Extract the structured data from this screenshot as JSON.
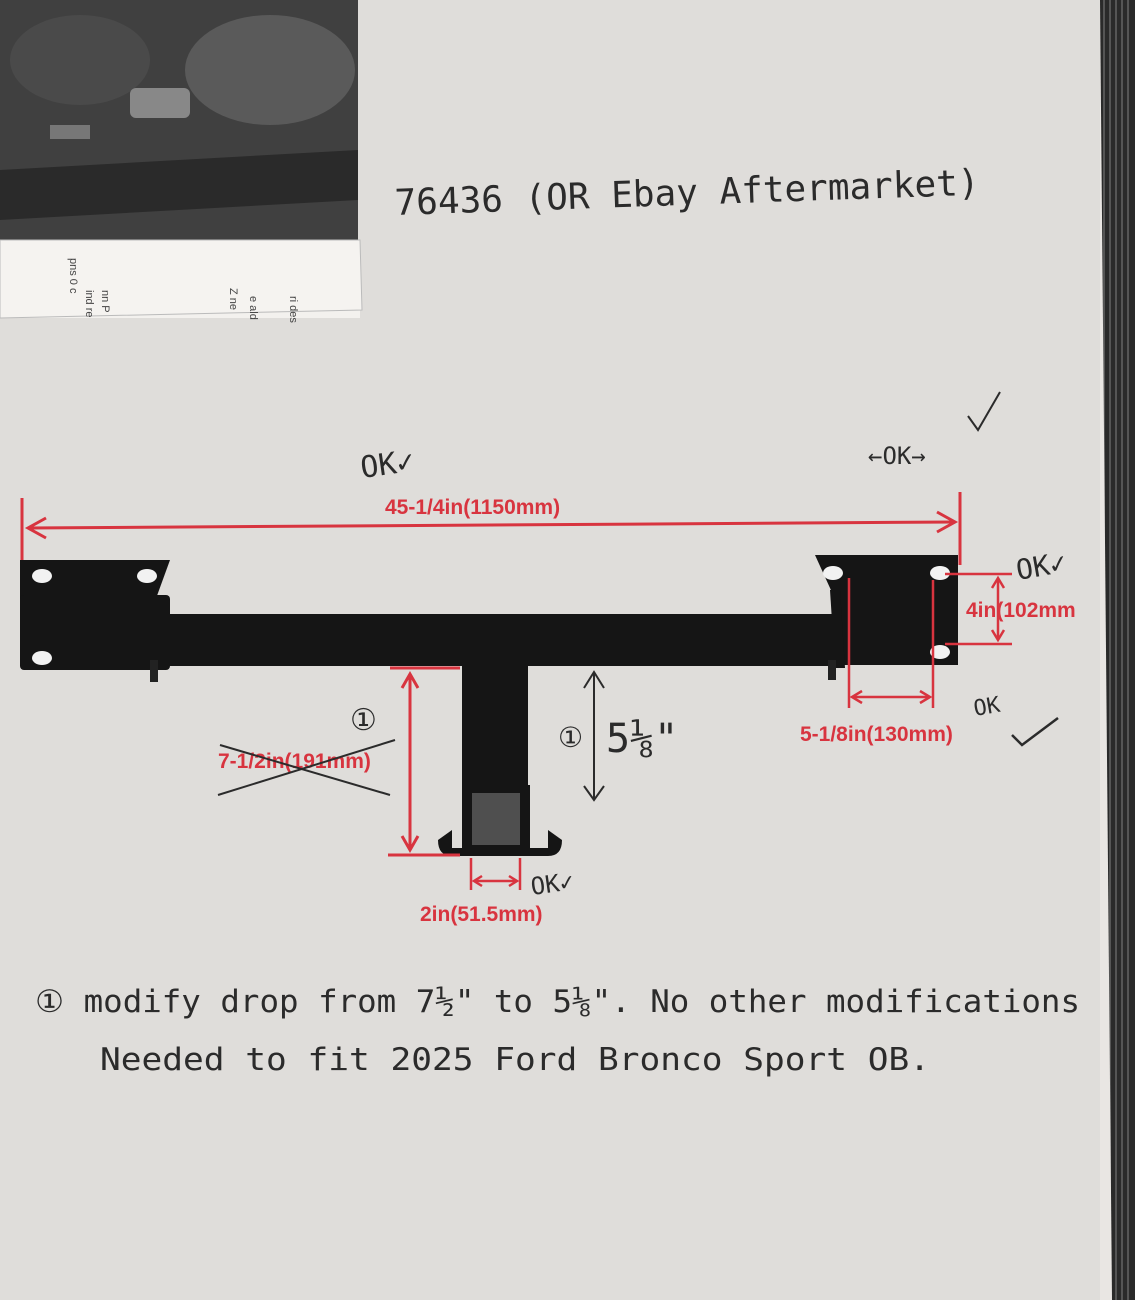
{
  "photo": {
    "paper_color": "#e9e6e3",
    "background_color": "#1c1c1c",
    "ink_color": "#2b2b2b",
    "dimension_color": "#d8343f",
    "hitch_color": "#151515"
  },
  "handwriting": {
    "part_note": "76436 (OR Ebay Aftermarket)",
    "ok_labels": [
      "OK✓",
      "←OK→",
      "OK✓",
      "OK",
      "OK✓"
    ],
    "drop_note_marker": "①",
    "drop_note_value": "5⅛\"",
    "footnote_line1": "① modify drop from 7½\" to 5⅛\". No other modifications",
    "footnote_line2": "Needed to fit 2025 Ford Bronco Sport OB."
  },
  "dimensions": {
    "overall_width": "45-1/4in(1150mm)",
    "bracket_height": "4in(102mm",
    "bracket_spacing": "5-1/8in(130mm)",
    "drop_height": "7-1/2in(191mm)",
    "receiver_size": "2in(51.5mm)"
  },
  "crossout_marker": "①",
  "cutout_paper_fragments": [
    "pns 0 c",
    "ind re",
    "nn P",
    "Z ne",
    "e ald",
    "ri des"
  ]
}
